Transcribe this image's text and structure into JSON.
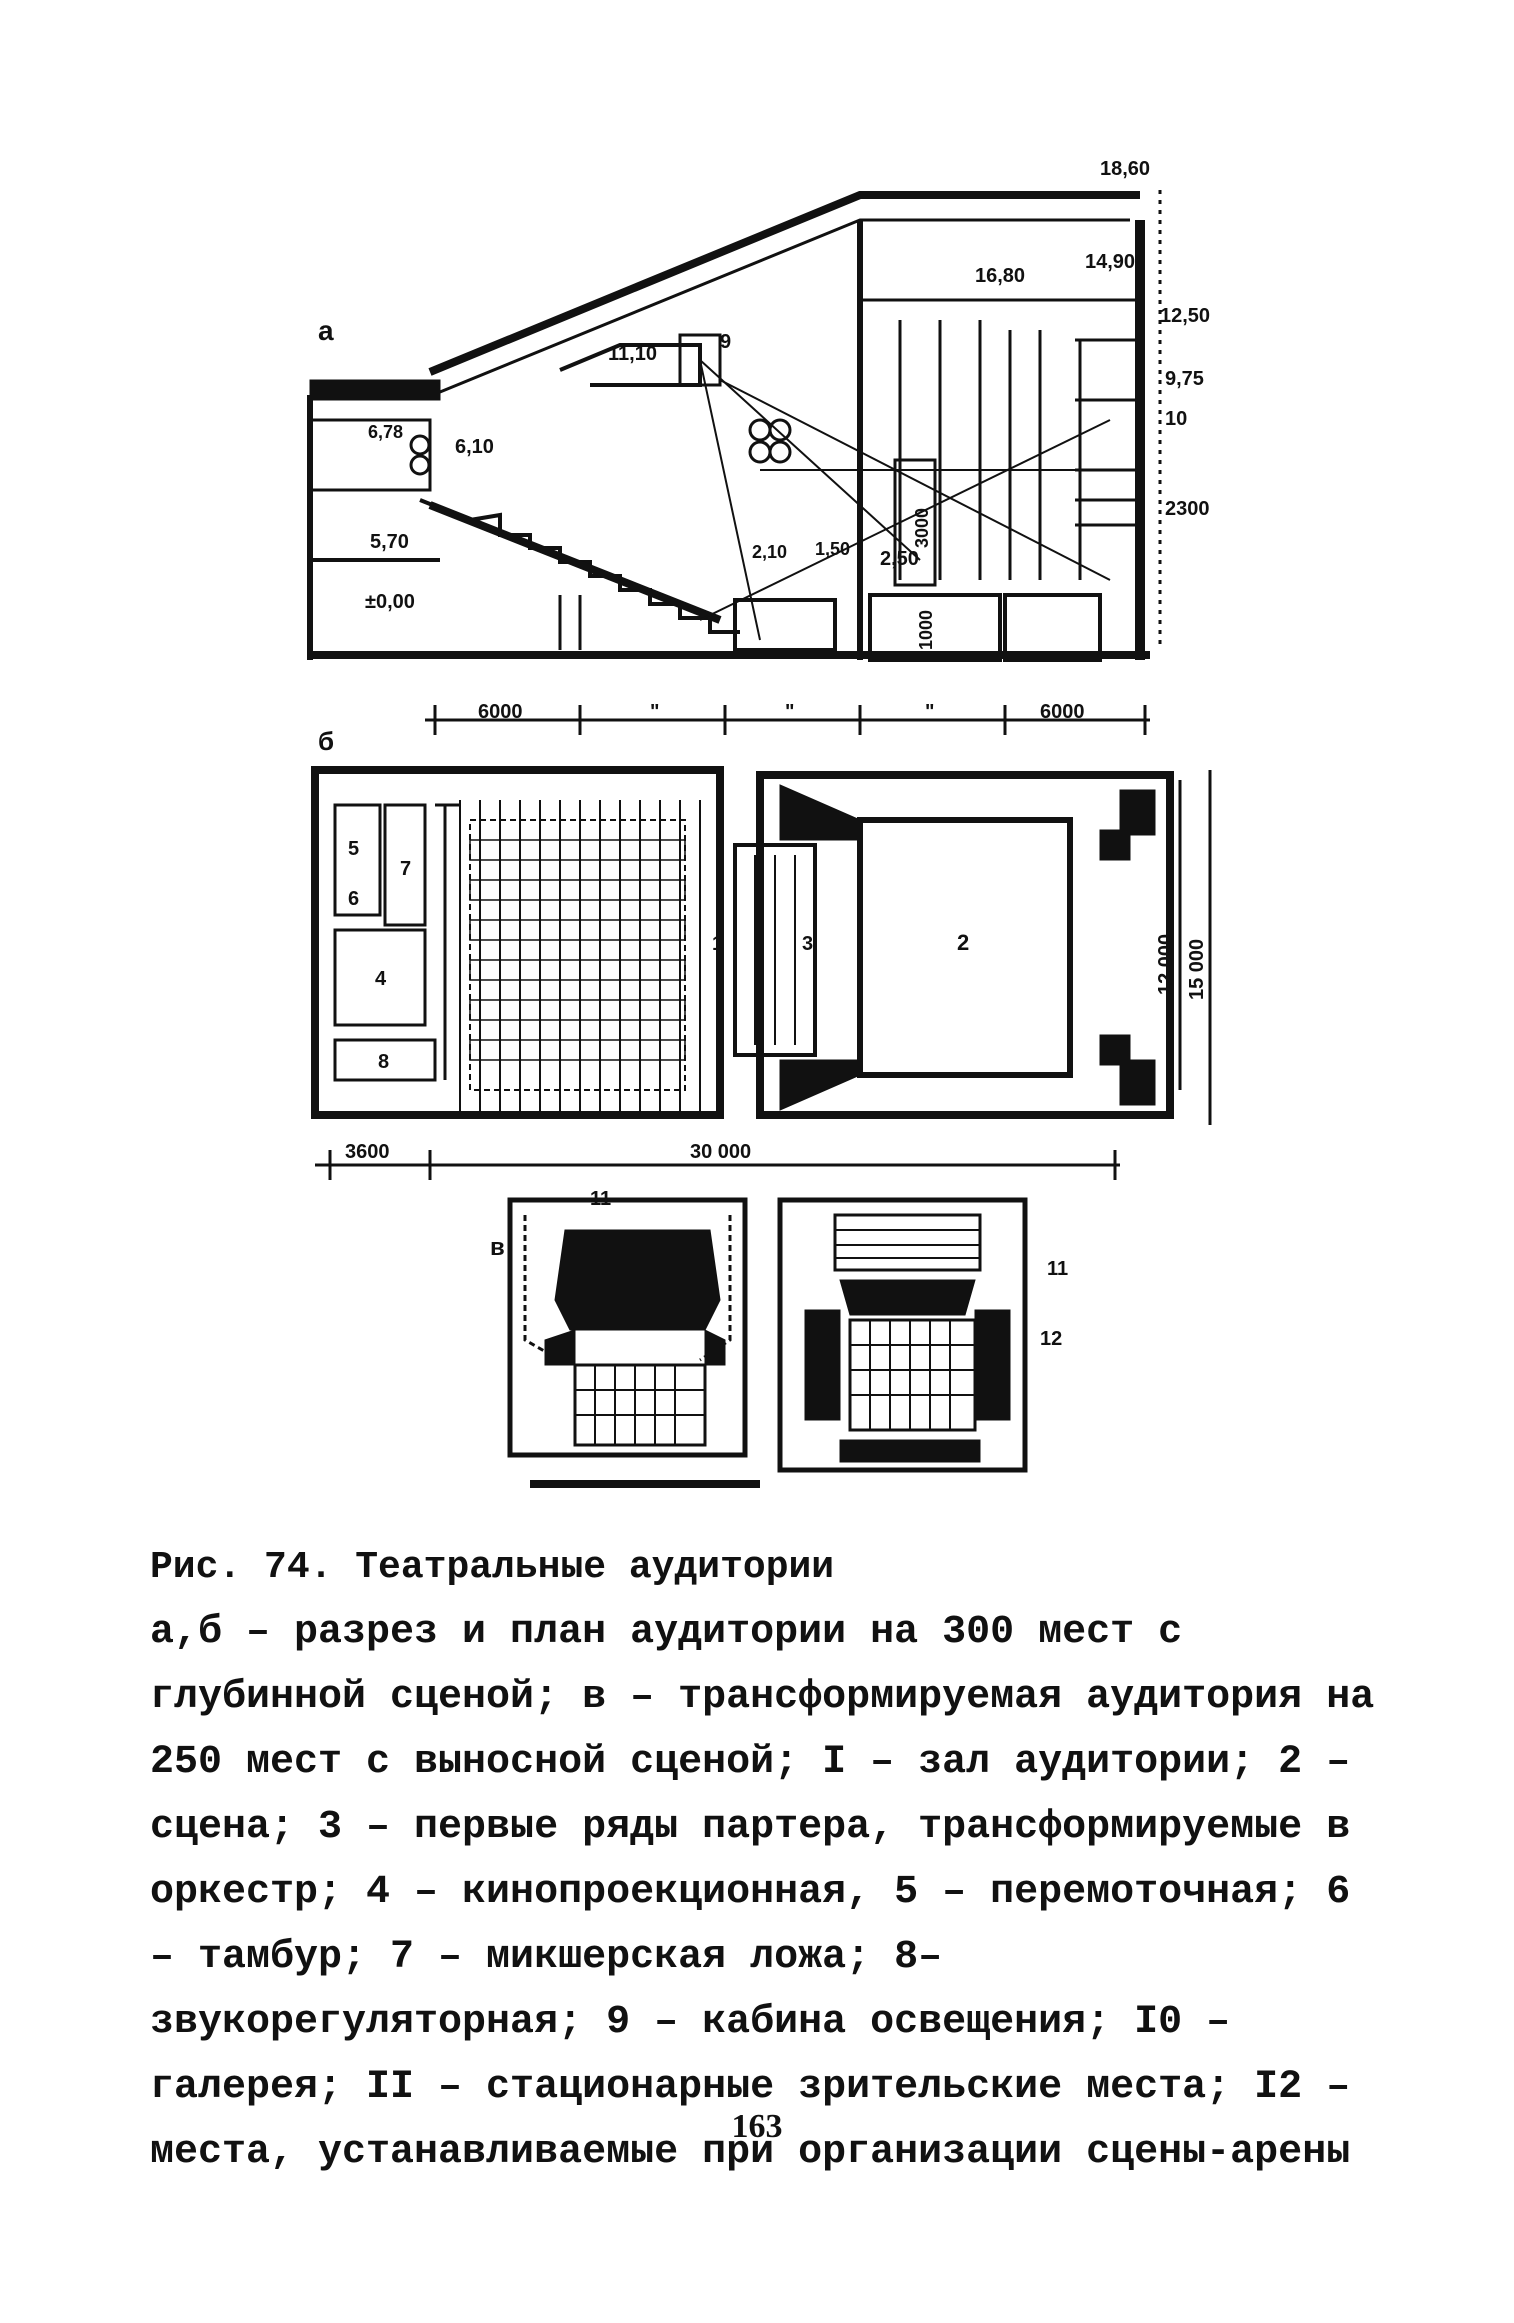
{
  "figure": {
    "section_a": {
      "label": "а",
      "elevations": [
        "18,60",
        "16,80",
        "14,90",
        "12,50",
        "11,10",
        "9,75",
        "6,78",
        "6,10",
        "5,70",
        "2,50",
        "2,10",
        "1,50",
        "±0,00",
        "2300",
        "3000",
        "1000"
      ],
      "callout_9": "9",
      "callout_10": "10",
      "dimensions": [
        "6000",
        "\"",
        "\"",
        "\"",
        "6000"
      ]
    },
    "plan_b": {
      "label": "б",
      "room_numbers": [
        "5",
        "6",
        "7",
        "4",
        "8",
        "1",
        "3",
        "2"
      ],
      "dimensions": [
        "3600",
        "30 000",
        "12 000",
        "15 000"
      ]
    },
    "plan_c": {
      "label": "в",
      "callouts": [
        "11",
        "11",
        "12"
      ]
    }
  },
  "caption": {
    "title": "Рис. 74. Театральные аудитории",
    "body": "а,б – разрез и план аудитории на 300 мест с глубинной сценой; в – трансформируемая аудитория на 250 мест с выносной сценой; I – зал аудитории; 2 – сцена; 3 – первые ряды партера, трансформируемые в оркестр; 4 – кинопроекционная, 5 – перемоточная; 6 – тамбур; 7 – микшерская ложа; 8– звукорегуляторная; 9 – кабина освещения; I0 – галерея; II – стационарные зрительские места; I2 – места, устанавливаемые при организации сцены-арены"
  },
  "page_number": "163"
}
